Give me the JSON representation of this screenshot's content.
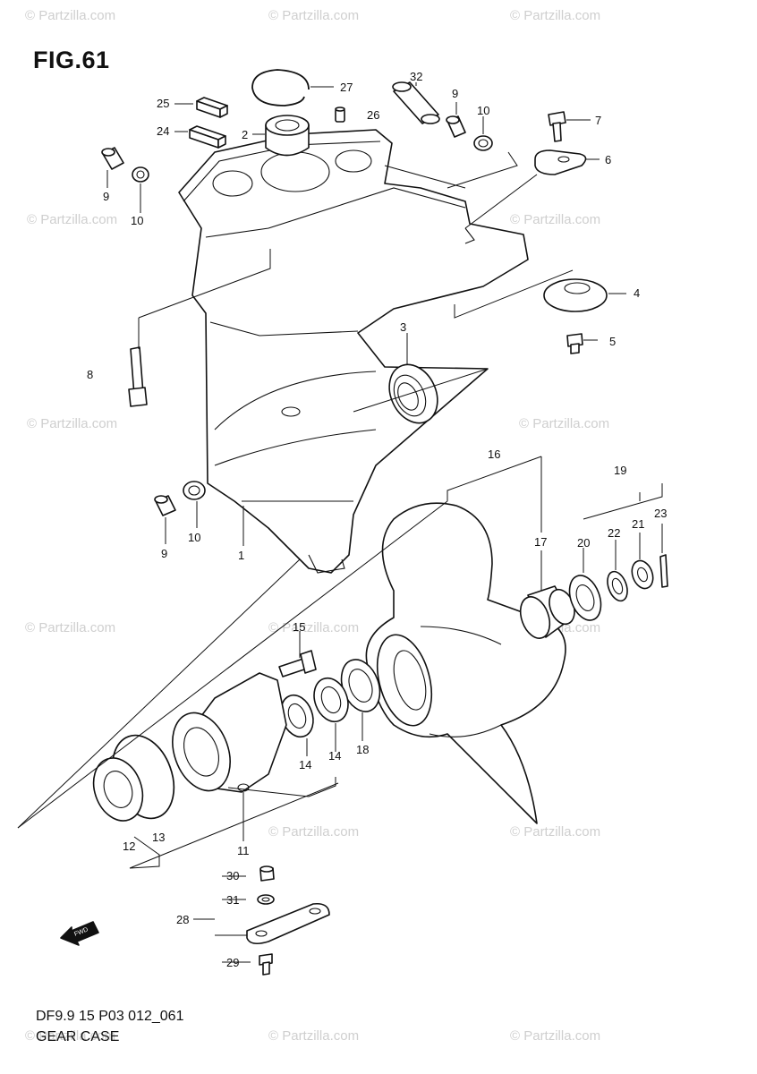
{
  "title": "FIG.61",
  "footer": {
    "code": "DF9.9 15 P03 012_061",
    "name": "GEAR CASE"
  },
  "watermark": "© Partzilla.com",
  "fwd_label": "FWD",
  "callouts": {
    "c1": "1",
    "c2": "2",
    "c3": "3",
    "c4": "4",
    "c5": "5",
    "c6": "6",
    "c7": "7",
    "c8": "8",
    "c9a": "9",
    "c9b": "9",
    "c9c": "9",
    "c10a": "10",
    "c10b": "10",
    "c10c": "10",
    "c11": "11",
    "c12": "12",
    "c13": "13",
    "c14a": "14",
    "c14b": "14",
    "c15": "15",
    "c16": "16",
    "c17": "17",
    "c18": "18",
    "c19": "19",
    "c20": "20",
    "c21": "21",
    "c22": "22",
    "c23": "23",
    "c24": "24",
    "c25": "25",
    "c26": "26",
    "c27": "27",
    "c28": "28",
    "c29": "29",
    "c30": "30",
    "c31": "31",
    "c32": "32"
  }
}
